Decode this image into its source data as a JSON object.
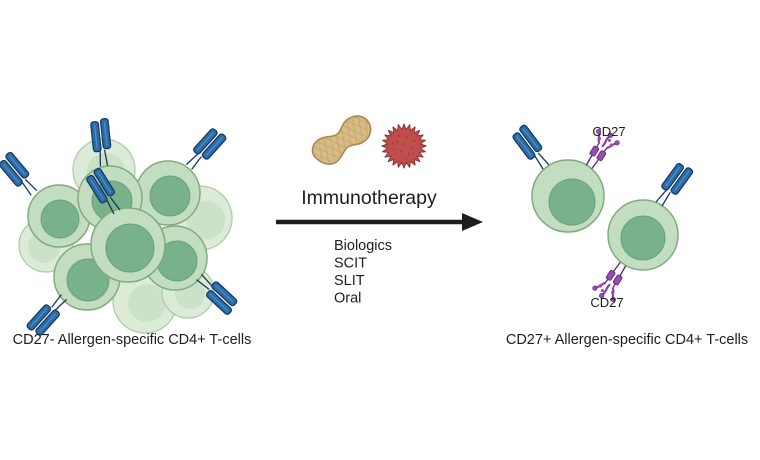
{
  "left_panel": {
    "caption": "CD27- Allergen-specific CD4+ T-cells",
    "cell_count": 6,
    "background_cell_count": 5,
    "receptor": "TCR"
  },
  "middle_panel": {
    "heading": "Immunotherapy",
    "therapies": [
      "Biologics",
      "SCIT",
      "SLIT",
      "Oral"
    ],
    "icons": [
      "peanut-icon",
      "pollen-allergen-icon",
      "arrow-right-icon"
    ]
  },
  "right_panel": {
    "caption": "CD27+ Allergen-specific CD4+ T-cells",
    "cell1_marker_label": "CD27",
    "cell2_marker_label": "CD27",
    "receptors": [
      "TCR",
      "CD27"
    ]
  },
  "colors": {
    "background": "#ffffff",
    "cell_body": "#c3ddc0",
    "cell_border": "#82aa7f",
    "cell_nucleus": "#79b18b",
    "cell_nucleus_border": "#68a07c",
    "pale_cell_body": "#dcebd8",
    "pale_cell_border": "#afcbab",
    "pale_cell_nucleus": "#cbe1c8",
    "tcr_blue": "#2b6cab",
    "tcr_outline": "#15375a",
    "cd27_purple": "#9a4cb4",
    "cd27_outline": "#5f2d78",
    "peanut_fill": "#d7bc85",
    "peanut_outline": "#a8874f",
    "pollen_red": "#bf4f4d",
    "pollen_outline": "#8e3432",
    "arrow": "#1d1d1d",
    "text": "#1e1e1e"
  }
}
